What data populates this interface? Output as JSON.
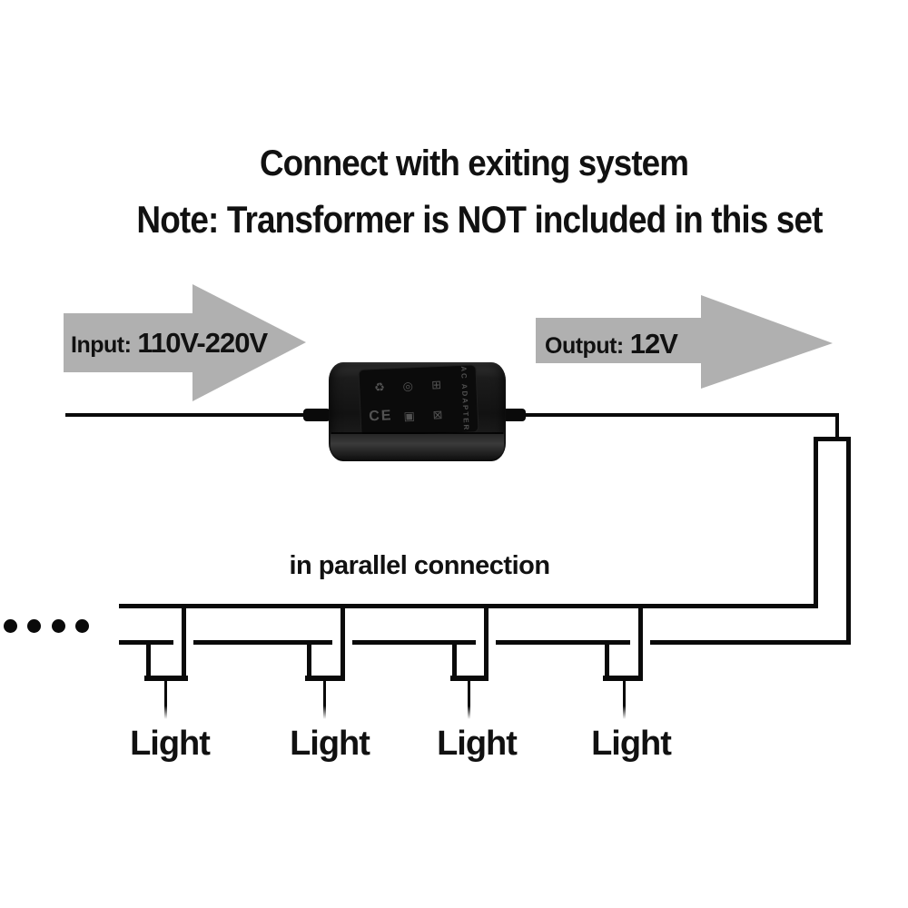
{
  "colors": {
    "wire": "#0a0a0a",
    "arrow": "#b0b0b0",
    "text": "#111111"
  },
  "header": {
    "title": "Connect with exiting system",
    "note": "Note: Transformer is NOT included in this set"
  },
  "input_arrow": {
    "prefix": "Input:",
    "value": "110V-220V"
  },
  "output_arrow": {
    "prefix": "Output:",
    "value": "12V"
  },
  "adapter": {
    "ce_mark": "CE",
    "side_text": "AC ADAPTER",
    "icons": [
      {
        "name": "recycle-icon",
        "glyph": "♻"
      },
      {
        "name": "double-insulation-icon",
        "glyph": "◎"
      },
      {
        "name": "fuse-box-icon",
        "glyph": "⊞"
      },
      {
        "name": "class-b-icon",
        "glyph": "▣"
      },
      {
        "name": "weee-bin-icon",
        "glyph": "⊠"
      }
    ]
  },
  "parallel": {
    "caption": "in parallel connection"
  },
  "lights": [
    {
      "label": "Light"
    },
    {
      "label": "Light"
    },
    {
      "label": "Light"
    },
    {
      "label": "Light"
    }
  ]
}
